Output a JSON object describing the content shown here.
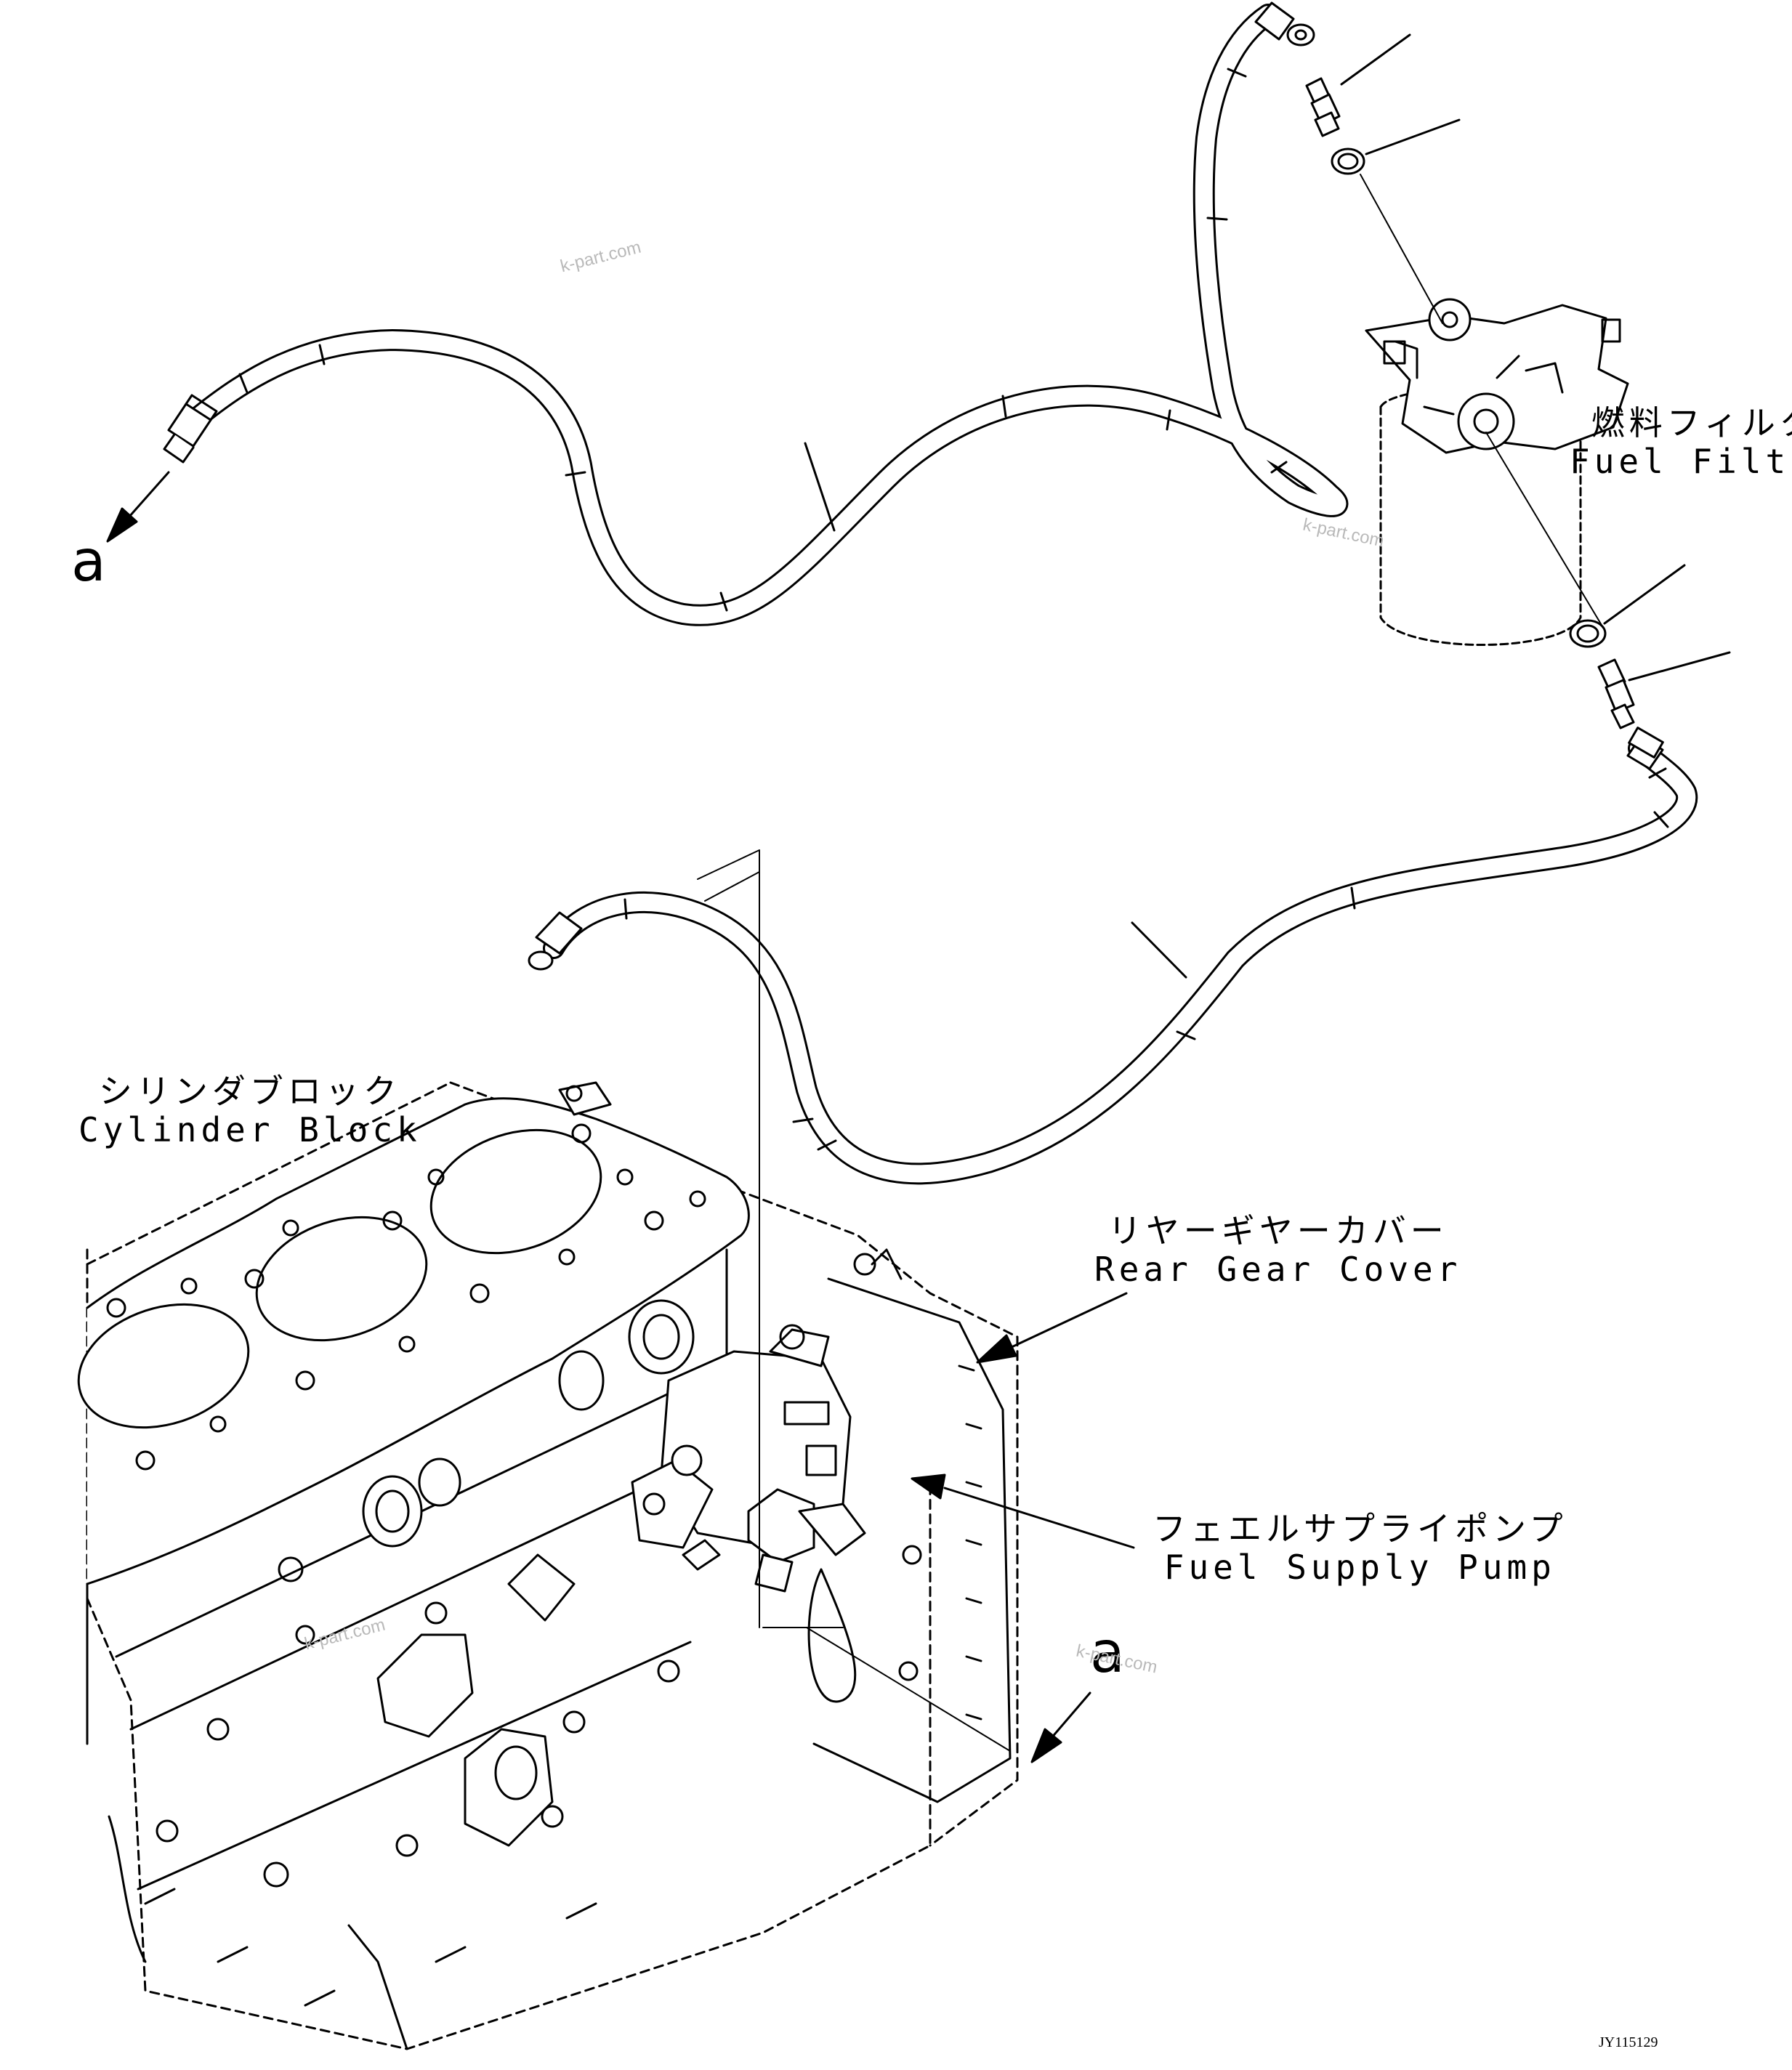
{
  "labels": {
    "fuel_filter": {
      "jp": "燃料フィルタ",
      "en": "Fuel Filter"
    },
    "cylinder_block": {
      "jp": "シリンダブロック",
      "en": "Cylinder Block"
    },
    "rear_gear_cover": {
      "jp": "リヤーギヤーカバー",
      "en": "Rear Gear Cover"
    },
    "fuel_supply_pump": {
      "jp": "フェエルサプライポンプ",
      "en": "Fuel Supply Pump"
    }
  },
  "refs": {
    "a_upper": "a",
    "a_lower": "a"
  },
  "watermark": "k-part.com",
  "drawing_code": "JY115129",
  "colors": {
    "line": "#000000",
    "watermark": "#b9b9b9",
    "background": "#ffffff"
  }
}
